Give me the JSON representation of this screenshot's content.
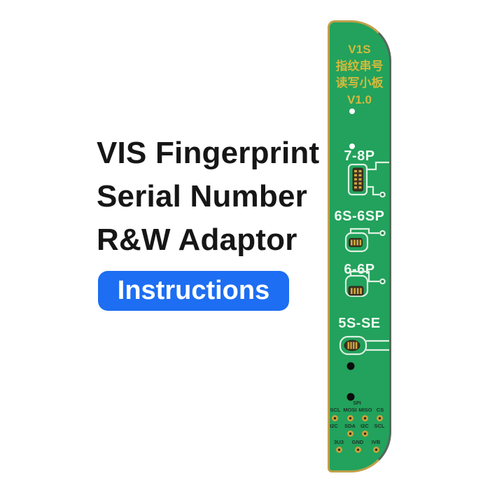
{
  "left_panel": {
    "title_lines": [
      "VIS Fingerprint",
      "Serial Number",
      "R&W Adaptor"
    ],
    "button_label": "Instructions"
  },
  "pcb": {
    "header_lines": [
      "V1S",
      "指纹串号",
      "读写小板",
      "V1.0"
    ],
    "connector_labels": [
      "7-8P",
      "6S-6SP",
      "6-6P",
      "5S-SE"
    ],
    "pin_labels": {
      "spi": "SPI",
      "row1": [
        "SCL",
        "MOSI",
        "MISO",
        "CS"
      ],
      "row2": [
        "I2C",
        "SDA",
        "I2C",
        "SCL"
      ],
      "row3": [
        "3U3",
        "GND",
        "IVB"
      ]
    },
    "colors": {
      "board_green": "#22a25c",
      "edge_gold": "#bfa04a",
      "silk_light": "#ddf1e2",
      "header_yellow": "#d4b93c",
      "pad_gold": "#c9a23c",
      "button_blue": "#1d6ef2"
    }
  }
}
